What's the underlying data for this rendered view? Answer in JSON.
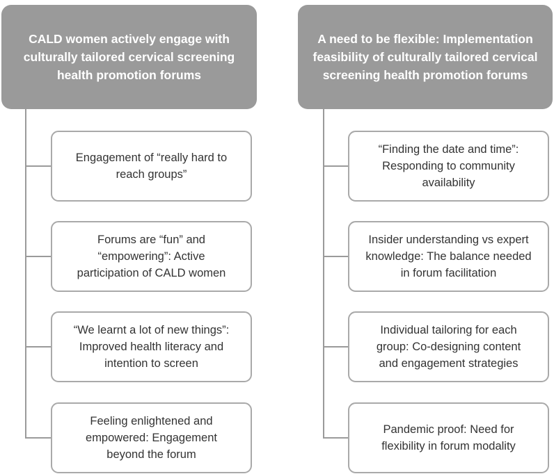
{
  "columns": [
    {
      "header": "CALD women actively engage with\nculturally tailored cervical screening\nhealth promotion forums",
      "items": [
        "Engagement of “really hard to\nreach groups”",
        "Forums are “fun” and\n“empowering”: Active\nparticipation of CALD women",
        "“We learnt a lot of new things”:\nImproved health literacy and\nintention to screen",
        "Feeling enlightened and\nempowered: Engagement\nbeyond the forum"
      ]
    },
    {
      "header": "A need to be flexible: Implementation\nfeasibility of culturally tailored cervical\nscreening health promotion forums",
      "items": [
        "“Finding the date and time”:\nResponding to community\navailability",
        "Insider understanding vs expert\nknowledge: The balance needed\nin forum facilitation",
        "Individual tailoring for each\ngroup: Co-designing content\nand engagement strategies",
        "Pandemic proof: Need for\nflexibility in forum modality"
      ]
    }
  ]
}
